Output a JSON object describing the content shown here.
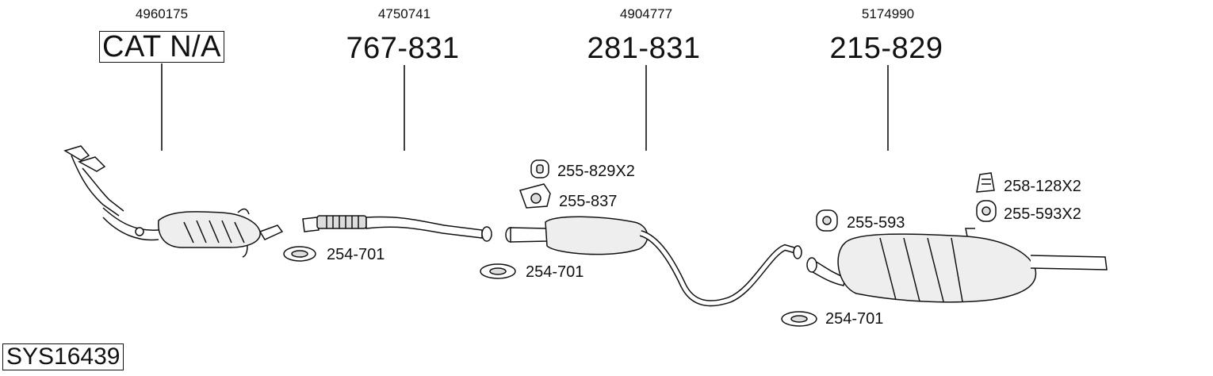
{
  "groups": [
    {
      "oem": "4960175",
      "part": "CAT N/A",
      "boxed": true
    },
    {
      "oem": "4750741",
      "part": "767-831"
    },
    {
      "oem": "4904777",
      "part": "281-831"
    },
    {
      "oem": "5174990",
      "part": "215-829"
    }
  ],
  "accessories": [
    {
      "label": "254-701"
    },
    {
      "label": "255-829X2"
    },
    {
      "label": "255-837"
    },
    {
      "label": "254-701"
    },
    {
      "label": "255-593"
    },
    {
      "label": "258-128X2"
    },
    {
      "label": "255-593X2"
    },
    {
      "label": "254-701"
    }
  ],
  "system_code": "SYS16439"
}
